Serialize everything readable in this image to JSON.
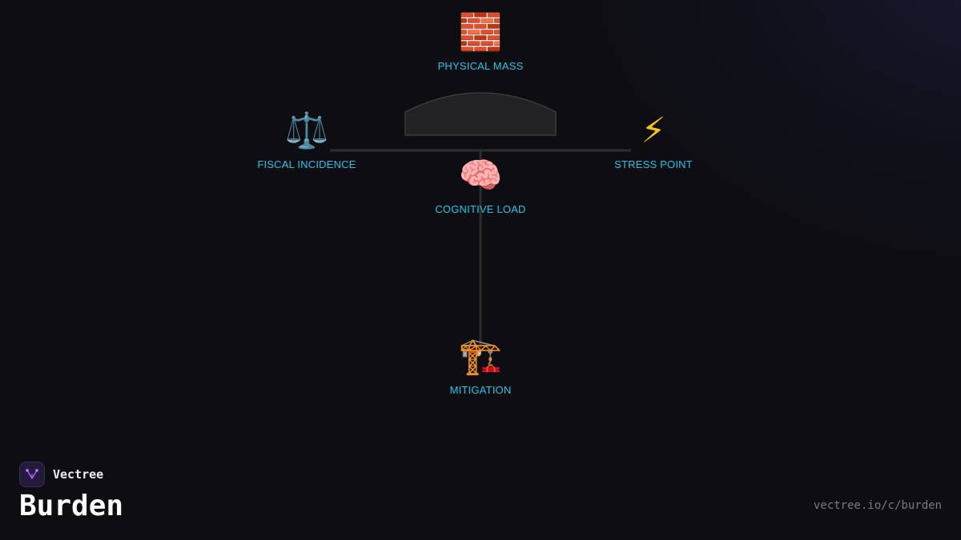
{
  "diagram": {
    "nodes": [
      {
        "id": "physical-mass",
        "icon": "brick-icon",
        "glyph": "🧱",
        "label": "PHYSICAL MASS"
      },
      {
        "id": "fiscal-incidence",
        "icon": "scales-icon",
        "glyph": "⚖️",
        "label": "FISCAL INCIDENCE"
      },
      {
        "id": "stress-point",
        "icon": "lightning-icon",
        "glyph": "⚡",
        "label": "STRESS POINT"
      },
      {
        "id": "cognitive-load",
        "icon": "brain-icon",
        "glyph": "🧠",
        "label": "COGNITIVE LOAD"
      },
      {
        "id": "mitigation",
        "icon": "crane-icon",
        "glyph": "🏗️",
        "label": "MITIGATION"
      }
    ],
    "colors": {
      "label": "#22c6e8",
      "connector": "#2e2e30",
      "shape_fill": "#222224",
      "shape_stroke": "#3a3a3c",
      "background": "#0d0d12"
    }
  },
  "brand": {
    "name": "Vectree",
    "logo_icon": "vectree-logo-icon",
    "accent": "#a855f7"
  },
  "page": {
    "title": "Burden",
    "url": "vectree.io/c/burden"
  }
}
